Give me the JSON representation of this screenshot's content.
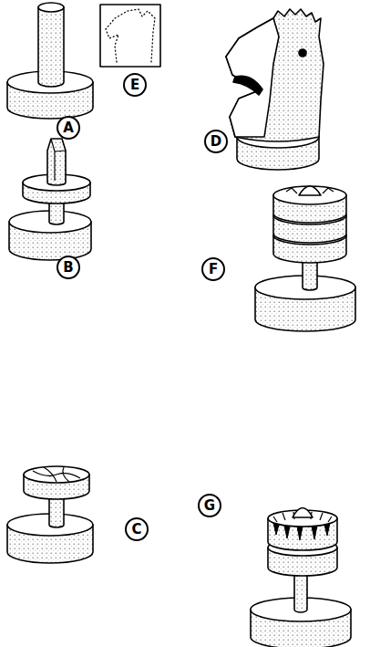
{
  "diagram": {
    "labels": [
      "A",
      "E",
      "D",
      "B",
      "F",
      "C",
      "G"
    ]
  }
}
